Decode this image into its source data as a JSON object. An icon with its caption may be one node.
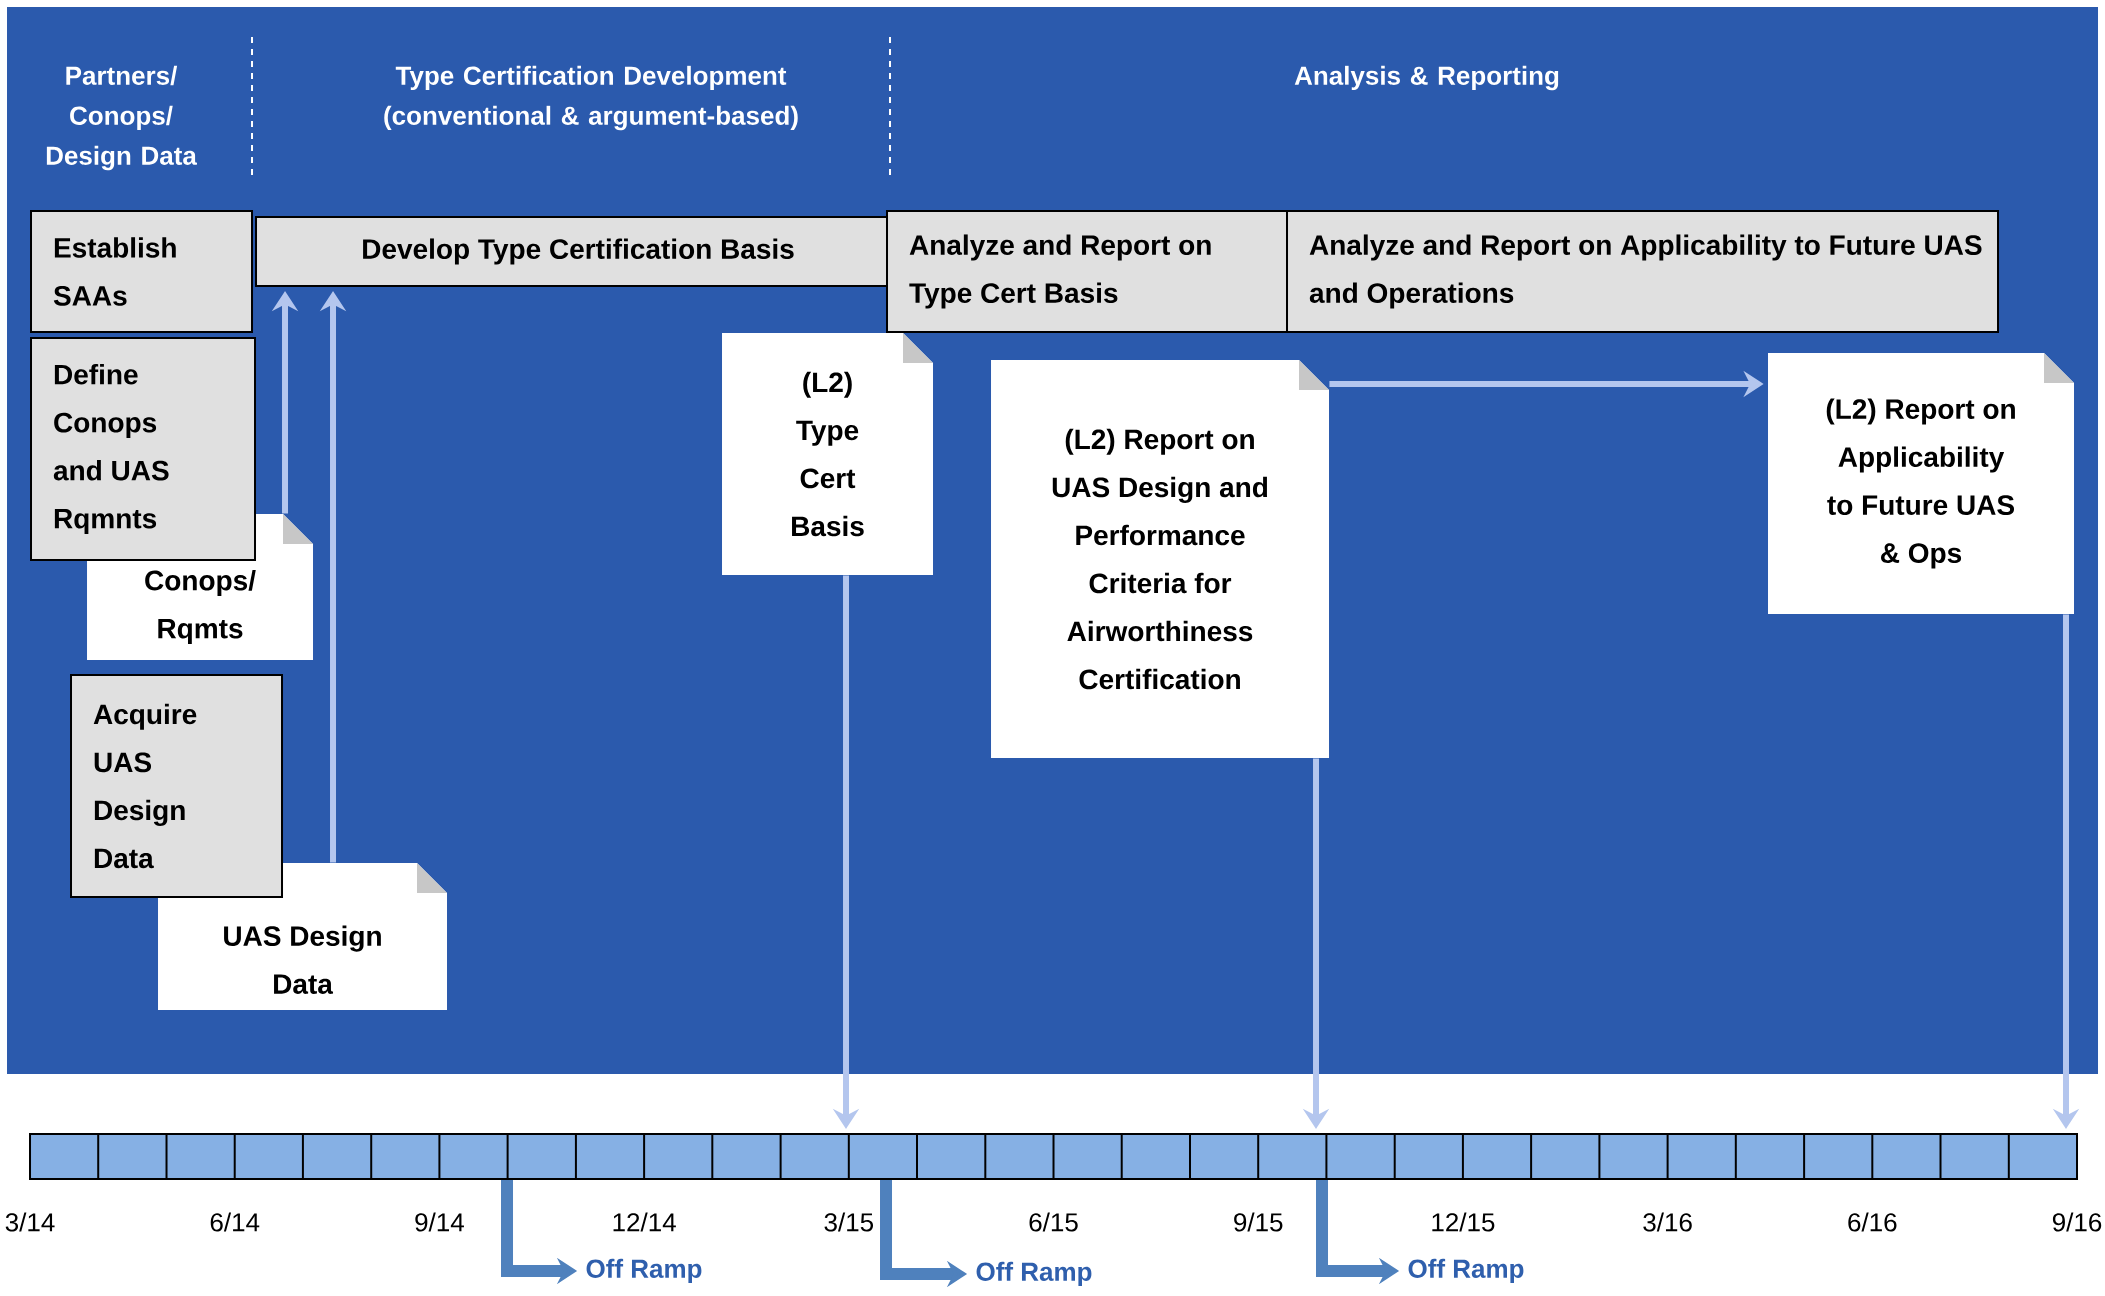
{
  "diagram": {
    "nodes": [
      {
        "text": [
          "Establish SAAs"
        ]
      },
      {
        "text": [
          "Develop Type Certification Basis"
        ]
      },
      {
        "text": [
          "Analyze and Report on Type Cert Basis"
        ]
      },
      {
        "text": [
          "Analyze and Report on Applicability to Future UAS and Operations"
        ]
      },
      {
        "text": [
          "Define Conops and UAS Rqmnts"
        ]
      },
      {
        "text": [
          "Conops/ Rqmts"
        ]
      },
      {
        "text": [
          "(L2) Type Cert Basis"
        ]
      },
      {
        "text": [
          "(L2) Report on UAS Design and Performance Criteria for Airworthiness Certification"
        ]
      },
      {
        "text": [
          "(L2) Report on Applicability to Future UAS & Ops"
        ]
      },
      {
        "text": [
          "Acquire UAS Design Data"
        ]
      },
      {
        "text": [
          "UAS Design Data"
        ]
      },
      {
        "text": [],
        "shape": "bar"
      },
      {
        "text": [
          "Off Ramp"
        ]
      },
      {
        "text": [
          "Off Ramp"
        ]
      },
      {
        "text": [
          "Off Ramp"
        ]
      }
    ],
    "edges": [
      {
        "from": 5,
        "to": 1,
        "arrow": "to"
      },
      {
        "from": 10,
        "to": 1,
        "arrow": "to"
      },
      {
        "from": 7,
        "to": 8,
        "arrow": "to"
      },
      {
        "from": 6,
        "to": 11,
        "arrow": "to"
      },
      {
        "from": 7,
        "to": 11,
        "arrow": "to"
      },
      {
        "from": 8,
        "to": 11,
        "arrow": "to"
      },
      {
        "from": 11,
        "to": 12,
        "arrow": "to",
        "style": "thick",
        "color": "#4f81bd"
      },
      {
        "from": 11,
        "to": 13,
        "arrow": "to",
        "style": "thick",
        "color": "#4f81bd"
      },
      {
        "from": 11,
        "to": 14,
        "arrow": "to",
        "style": "thick",
        "color": "#4f81bd"
      }
    ],
    "labels": [
      "Partners/ Conops/ Design Data",
      "Type Certification Development (conventional & argument-based)",
      "Analysis & Reporting",
      "3/14",
      "6/14",
      "9/14",
      "12/14",
      "3/15",
      "6/15",
      "9/15",
      "12/15",
      "3/16",
      "6/16",
      "9/16"
    ]
  }
}
